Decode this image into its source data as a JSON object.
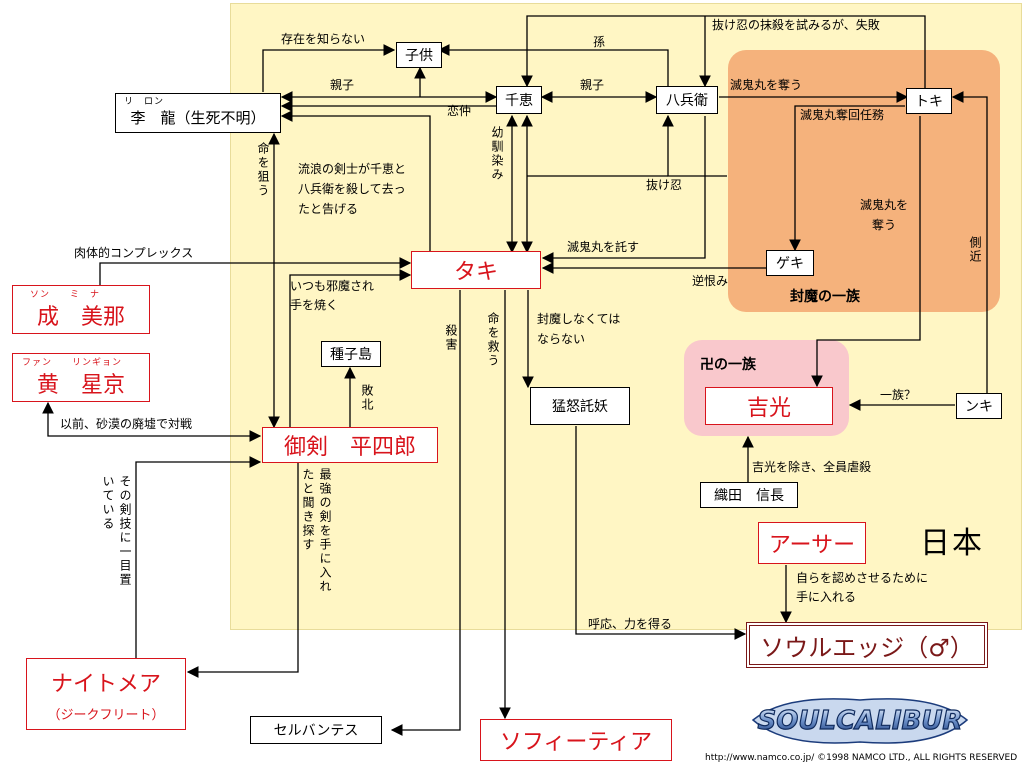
{
  "regions": {
    "japan": "日本",
    "fuma_clan": "封魔の一族",
    "manji_clan": "卍の一族"
  },
  "nodes": {
    "kodomo": "子供",
    "chie": "千恵",
    "hachibei": "八兵衛",
    "toki": "トキ",
    "geki": "ゲキ",
    "nki": "ンキ",
    "yoshimitsu": "吉光",
    "oda": "織田　信長",
    "taki": "タキ",
    "li_long": "李　龍（生死不明）",
    "li_long_ruby": "リ　ロン",
    "sung_mina": "成　美那",
    "sung_mina_ruby": "ソン　　ミ　ナ",
    "hwang": "黄　星京",
    "hwang_ruby": "ファン　　リンギョン",
    "mitsurugi": "御剣　平四郎",
    "tanegashima": "種子島",
    "mouda": "猛怒託妖",
    "arthur": "アーサー",
    "soul_edge": "ソウルエッジ（♂）",
    "nightmare": "ナイトメア",
    "nightmare_sub": "（ジークフリート）",
    "cervantes": "セルバンテス",
    "sophitia": "ソフィーティア"
  },
  "labels": {
    "l01": "存在を知らない",
    "l02": "孫",
    "l03": "抜け忍の抹殺を試みるが、失敗",
    "l04": "親子",
    "l05": "親子",
    "l06": "滅鬼丸を奪う",
    "l07": "恋仲",
    "l08": "滅鬼丸奪回任務",
    "l09": "幼馴染み",
    "l10": "命を狙う",
    "l11": "流浪の剣士が千恵と",
    "l12": "八兵衛を殺して去っ",
    "l13": "たと告げる",
    "l14": "抜け忍",
    "l15": "滅鬼丸を",
    "l16": "奪う",
    "l17": "側近",
    "l18": "肉体的コンプレックス",
    "l19": "滅鬼丸を託す",
    "l20": "逆恨み",
    "l21": "いつも邪魔され",
    "l22": "手を焼く",
    "l23": "殺害",
    "l24": "命を救う",
    "l25": "封魔しなくては",
    "l26": "ならない",
    "l27": "一族？",
    "l28": "敗北",
    "l29": "以前、砂漠の廃墟で対戦",
    "l30": "吉光を除き、全員虐殺",
    "l31": "その剣技に一目置いている",
    "l32": "最強の剣を手に入れ",
    "l33": "たと聞き探す",
    "l34": "自らを認めさせるために",
    "l35": "手に入れる",
    "l36": "呼応、力を得る"
  },
  "logo_text": "SOULCALIBUR",
  "footer": "http://www.namco.co.jp/ ©1998 NAMCO LTD., ALL RIGHTS RESERVED",
  "colors": {
    "japan_bg": "#fff6c4",
    "fuma_bg": "#f5b27c",
    "manji_bg": "#f9c8cc",
    "accent_red": "#d8141c",
    "soul_edge": "#7a1818"
  }
}
